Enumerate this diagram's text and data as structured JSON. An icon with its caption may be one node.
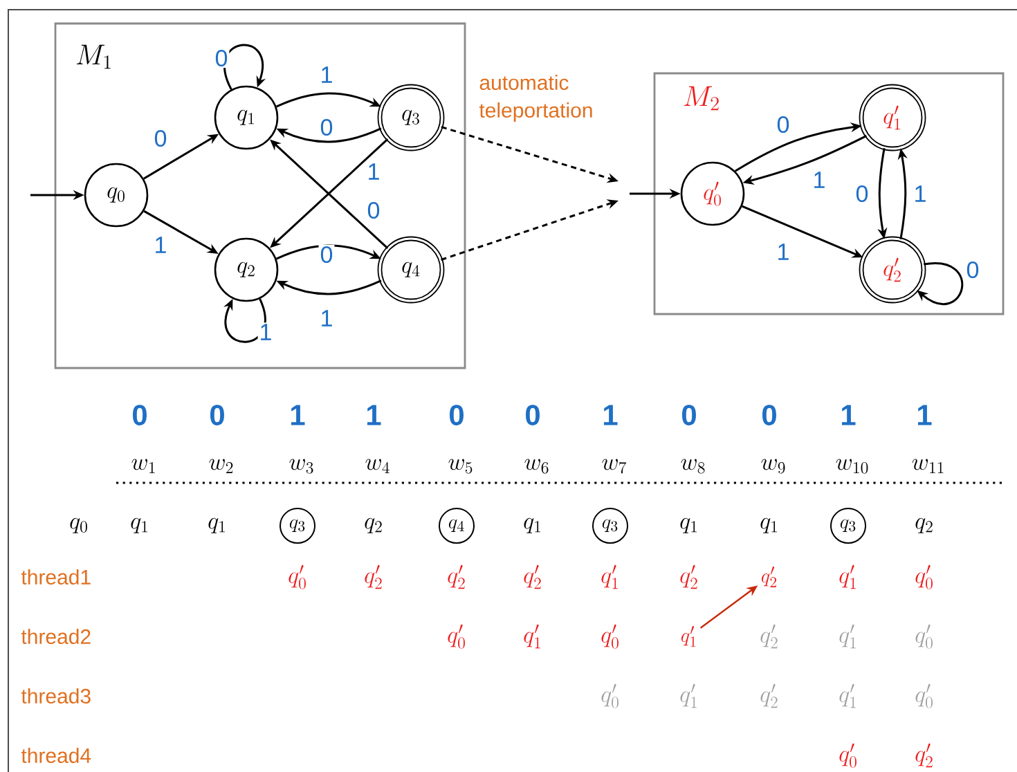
{
  "diagram": {
    "nodes": [
      {
        "text": [
          "M_1"
        ]
      },
      {
        "text": [
          "q_0"
        ],
        "in": 0
      },
      {
        "text": [
          "q_1"
        ],
        "in": 0
      },
      {
        "text": [
          "q_2"
        ],
        "in": 0
      },
      {
        "text": [
          "q_3"
        ],
        "in": 0
      },
      {
        "text": [
          "q_4"
        ],
        "in": 0
      },
      {
        "text": [
          "M_2"
        ]
      },
      {
        "text": [
          "q'_0"
        ],
        "in": 6
      },
      {
        "text": [
          "q'_1"
        ],
        "in": 6
      },
      {
        "text": [
          "q'_2"
        ],
        "in": 6
      },
      {
        "text": [
          "q_3"
        ]
      },
      {
        "text": [
          "q_4"
        ]
      },
      {
        "text": [
          "q_3"
        ]
      },
      {
        "text": [
          "q_3"
        ]
      },
      {
        "text": [
          "q'_2"
        ]
      },
      {
        "text": [
          "q'_1"
        ]
      }
    ],
    "edges": [
      {
        "from": null,
        "to": 1,
        "arrow": "to"
      },
      {
        "from": 1,
        "to": 2,
        "arrow": "to",
        "label": "0"
      },
      {
        "from": 1,
        "to": 3,
        "arrow": "to",
        "label": "1"
      },
      {
        "from": 2,
        "to": 2,
        "arrow": "to",
        "label": "0"
      },
      {
        "from": 2,
        "to": 4,
        "arrow": "to",
        "label": "1"
      },
      {
        "from": 4,
        "to": 2,
        "arrow": "to",
        "label": "0"
      },
      {
        "from": 4,
        "to": 3,
        "arrow": "to",
        "label": "1"
      },
      {
        "from": 5,
        "to": 2,
        "arrow": "to",
        "label": "0"
      },
      {
        "from": 3,
        "to": 5,
        "arrow": "to",
        "label": "0"
      },
      {
        "from": 5,
        "to": 3,
        "arrow": "to",
        "label": "1"
      },
      {
        "from": 3,
        "to": 3,
        "arrow": "to",
        "label": "1"
      },
      {
        "from": 4,
        "to": null,
        "arrow": "to",
        "style": "dashed"
      },
      {
        "from": 5,
        "to": null,
        "arrow": "to",
        "style": "dashed"
      },
      {
        "from": null,
        "to": 7,
        "arrow": "to"
      },
      {
        "from": 7,
        "to": 8,
        "arrow": "to",
        "label": "0"
      },
      {
        "from": 8,
        "to": 7,
        "arrow": "to",
        "label": "1"
      },
      {
        "from": 7,
        "to": 9,
        "arrow": "to",
        "label": "1"
      },
      {
        "from": 8,
        "to": 9,
        "arrow": "to",
        "label": "0"
      },
      {
        "from": 9,
        "to": 8,
        "arrow": "to",
        "label": "1"
      },
      {
        "from": 9,
        "to": 9,
        "arrow": "to",
        "label": "0"
      },
      {
        "from": 15,
        "to": 14,
        "arrow": "to",
        "color": "#c8280a"
      }
    ],
    "labels": [
      "automatic teleportation",
      "0",
      "0",
      "1",
      "1",
      "0",
      "0",
      "1",
      "0",
      "0",
      "1",
      "1",
      "w_1",
      "w_2",
      "w_3",
      "w_4",
      "w_5",
      "w_6",
      "w_7",
      "w_8",
      "w_9",
      "w_{10}",
      "w_{11}",
      "q_0",
      "q_1",
      "q_1",
      "q_2",
      "q_1",
      "q_1",
      "q_1",
      "q_2",
      "thread1",
      "q'_0",
      "q'_2",
      "q'_2",
      "q'_2",
      "q'_1",
      "q'_2",
      "q'_1",
      "q'_0",
      "thread2",
      "q'_0",
      "q'_1",
      "q'_0",
      "q'_2",
      "q'_1",
      "q'_0",
      "thread3",
      "q'_0",
      "q'_1",
      "q'_2",
      "q'_1",
      "q'_0",
      "thread4",
      "q'_0",
      "q'_2"
    ]
  }
}
